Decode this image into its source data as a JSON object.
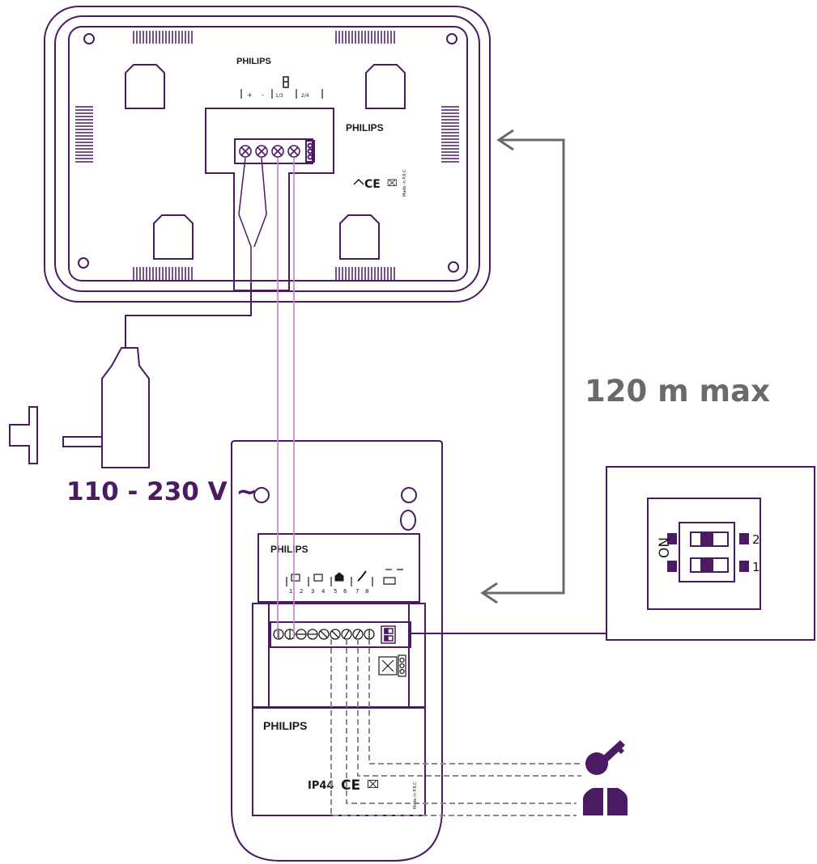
{
  "brand": "PHILIPS",
  "distance_label": "120 m max",
  "voltage_label": "110 - 230 V ~",
  "monitor": {
    "power_terminals": [
      "+",
      "-"
    ],
    "dip_positions": [
      "1/3",
      "2/4"
    ],
    "certifications": "CE",
    "made_in": "Made in P.R.C"
  },
  "outdoor_unit": {
    "terminal_numbers": [
      "1",
      "2",
      "3",
      "4",
      "5",
      "6",
      "7",
      "8"
    ],
    "rating": "IP44",
    "certifications": "CE",
    "made_in": "Made in P.R.C"
  },
  "dip_switch_detail": {
    "on_label": "ON",
    "switch_numbers": [
      "2",
      "1"
    ]
  },
  "accessories": [
    "key-icon",
    "gate-icon"
  ],
  "colors": {
    "outline": "#4a1a62",
    "wire": "#c77ec8",
    "arrow": "#6a6a6a",
    "dashed": "#8a8a8a"
  }
}
